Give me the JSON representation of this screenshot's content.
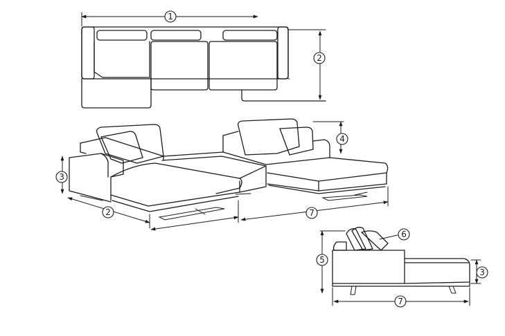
{
  "callouts": {
    "top_width": "1",
    "top_depth": "2",
    "arm_height": "3",
    "pillow_height": "4",
    "side_height": "5",
    "pillow": "6",
    "chaise_length": "7",
    "side_seat_height": "3",
    "side_length": "7",
    "front_depth": "2"
  },
  "colors": {
    "line": "#1a1a1a",
    "background": "#ffffff"
  }
}
